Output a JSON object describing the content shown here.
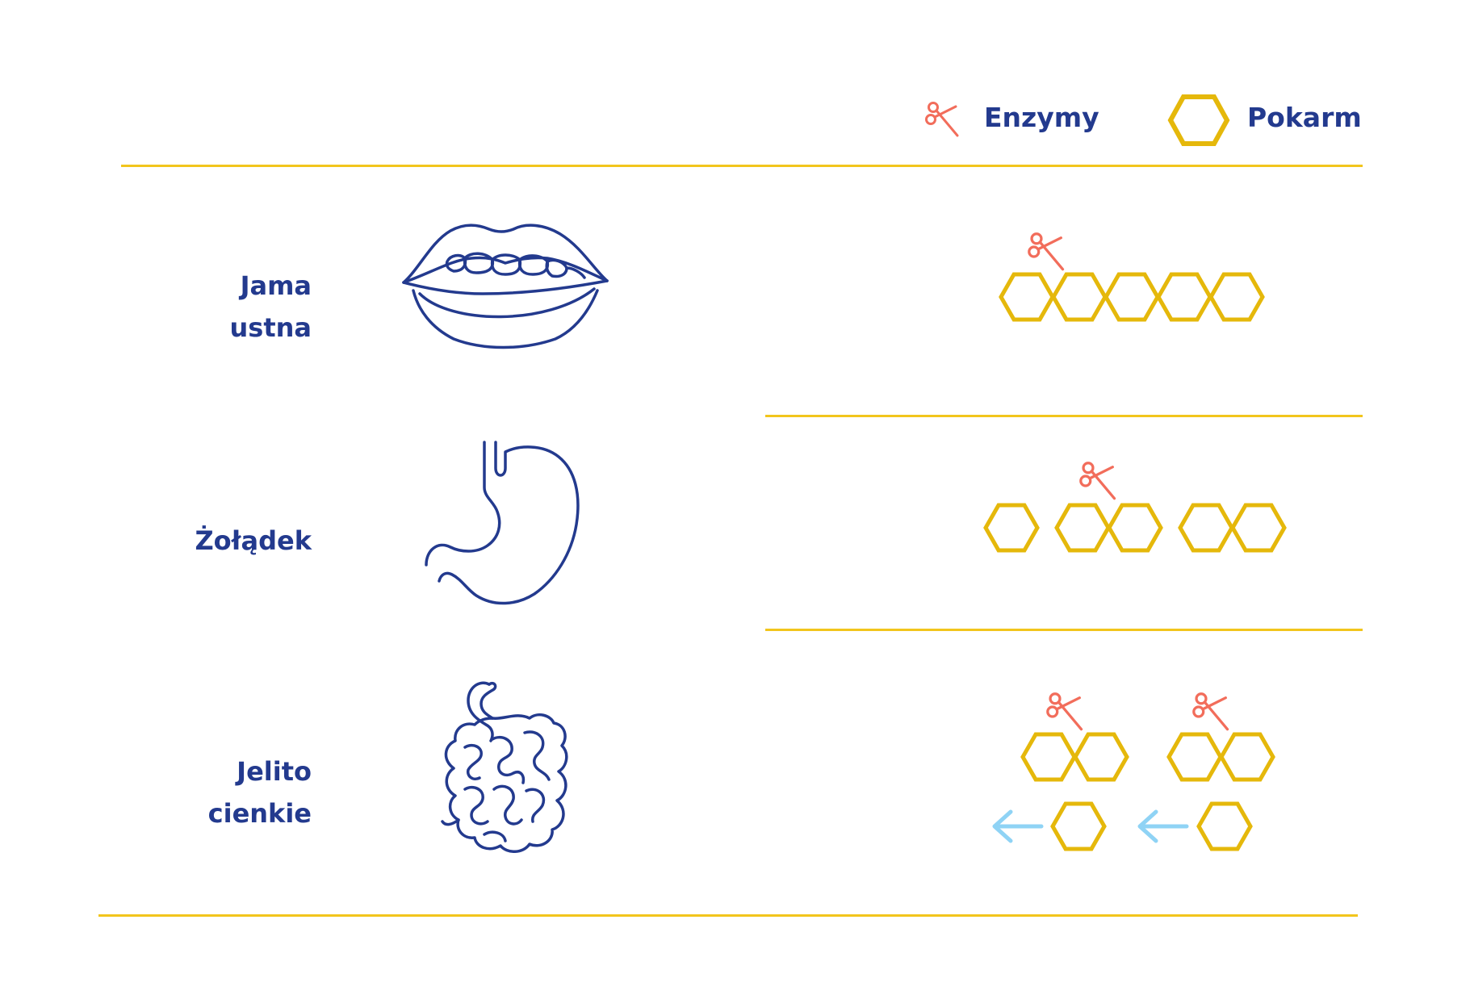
{
  "colors": {
    "navy": "#233a8e",
    "food": "#e5b80b",
    "enzyme": "#f26d5b",
    "arrow": "#8fd3f5",
    "rule": "#f2c51c"
  },
  "legend": {
    "enzymes_label": "Enzymy",
    "enzymes_icon": "scissors-icon",
    "food_label": "Pokarm",
    "food_icon": "hexagon-icon"
  },
  "stages": [
    {
      "label_lines": [
        "Jama",
        "ustna"
      ],
      "icon": "mouth-icon",
      "food_units": 5,
      "enzyme_cuts": 1
    },
    {
      "label_lines": [
        "Żołądek"
      ],
      "icon": "stomach-icon",
      "food_units": 5,
      "enzyme_cuts": 1
    },
    {
      "label_lines": [
        "Jelito",
        "cienkie"
      ],
      "icon": "small-intestine-icon",
      "food_units": 6,
      "enzyme_cuts": 2,
      "absorbed_units": 2
    }
  ]
}
